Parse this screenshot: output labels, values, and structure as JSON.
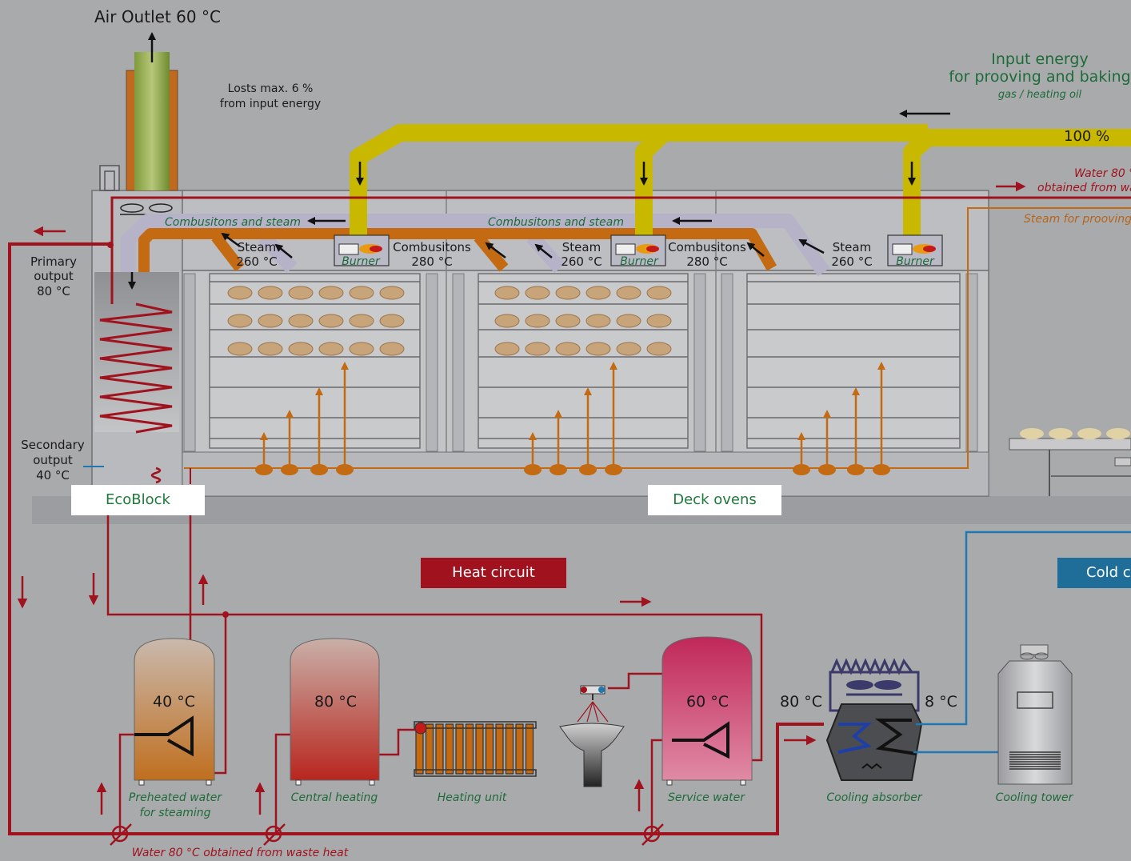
{
  "labels": {
    "air_outlet": "Air Outlet 60 °C",
    "losses_line1": "Losts max. 6 %",
    "losses_line2": "from input energy",
    "input_energy_line1": "Input energy",
    "input_energy_line2": "for prooving and baking",
    "input_energy_fuel": "gas / heating oil",
    "input_percent": "100 %",
    "water_top_line1": "Water 80 °",
    "water_top_line2": "obtained from wa",
    "steam_for_prooving": "Steam for prooving",
    "combustion_steam_1": "Combusitons and steam",
    "combustion_steam_2": "Combusitons and steam",
    "steam_label": "Steam",
    "steam_temp": "260 °C",
    "combustion_label": "Combusitons",
    "combustion_temp": "280 °C",
    "burner": "Burner",
    "primary_line1": "Primary",
    "primary_line2": "output",
    "primary_line3": "80 °C",
    "secondary_line1": "Secondary",
    "secondary_line2": "output",
    "secondary_line3": "40 °C",
    "ecoblock": "EcoBlock",
    "deck_ovens": "Deck ovens",
    "heat_circuit": "Heat circuit",
    "cold_circuit": "Cold c",
    "tank1_temp": "40 °C",
    "tank2_temp": "80 °C",
    "tank3_temp": "60 °C",
    "absorber_in_temp": "80 °C",
    "absorber_out_temp": "8 °C",
    "preheated_line1": "Preheated water",
    "preheated_line2": "for steaming",
    "central_heating": "Central heating",
    "heating_unit": "Heating unit",
    "service_water": "Service water",
    "cooling_absorber": "Cooling absorber",
    "cooling_tower": "Cooling tower",
    "water_bottom": "Water 80 °C obtained from waste heat"
  },
  "colors": {
    "background": "#a9aaac",
    "heat_pipe": "#a0121e",
    "cold_pipe": "#1f78b0",
    "fuel_duct": "#c9b800",
    "exhaust_duct": "#b6b2c8",
    "steam_pipe": "#c46a12",
    "label_green": "#1e6b3a"
  },
  "icons": [
    "fan-icon",
    "burner-icon",
    "sink-icon",
    "radiator-icon",
    "heat-exchanger-icon",
    "valve-icon",
    "arrow-icon"
  ]
}
